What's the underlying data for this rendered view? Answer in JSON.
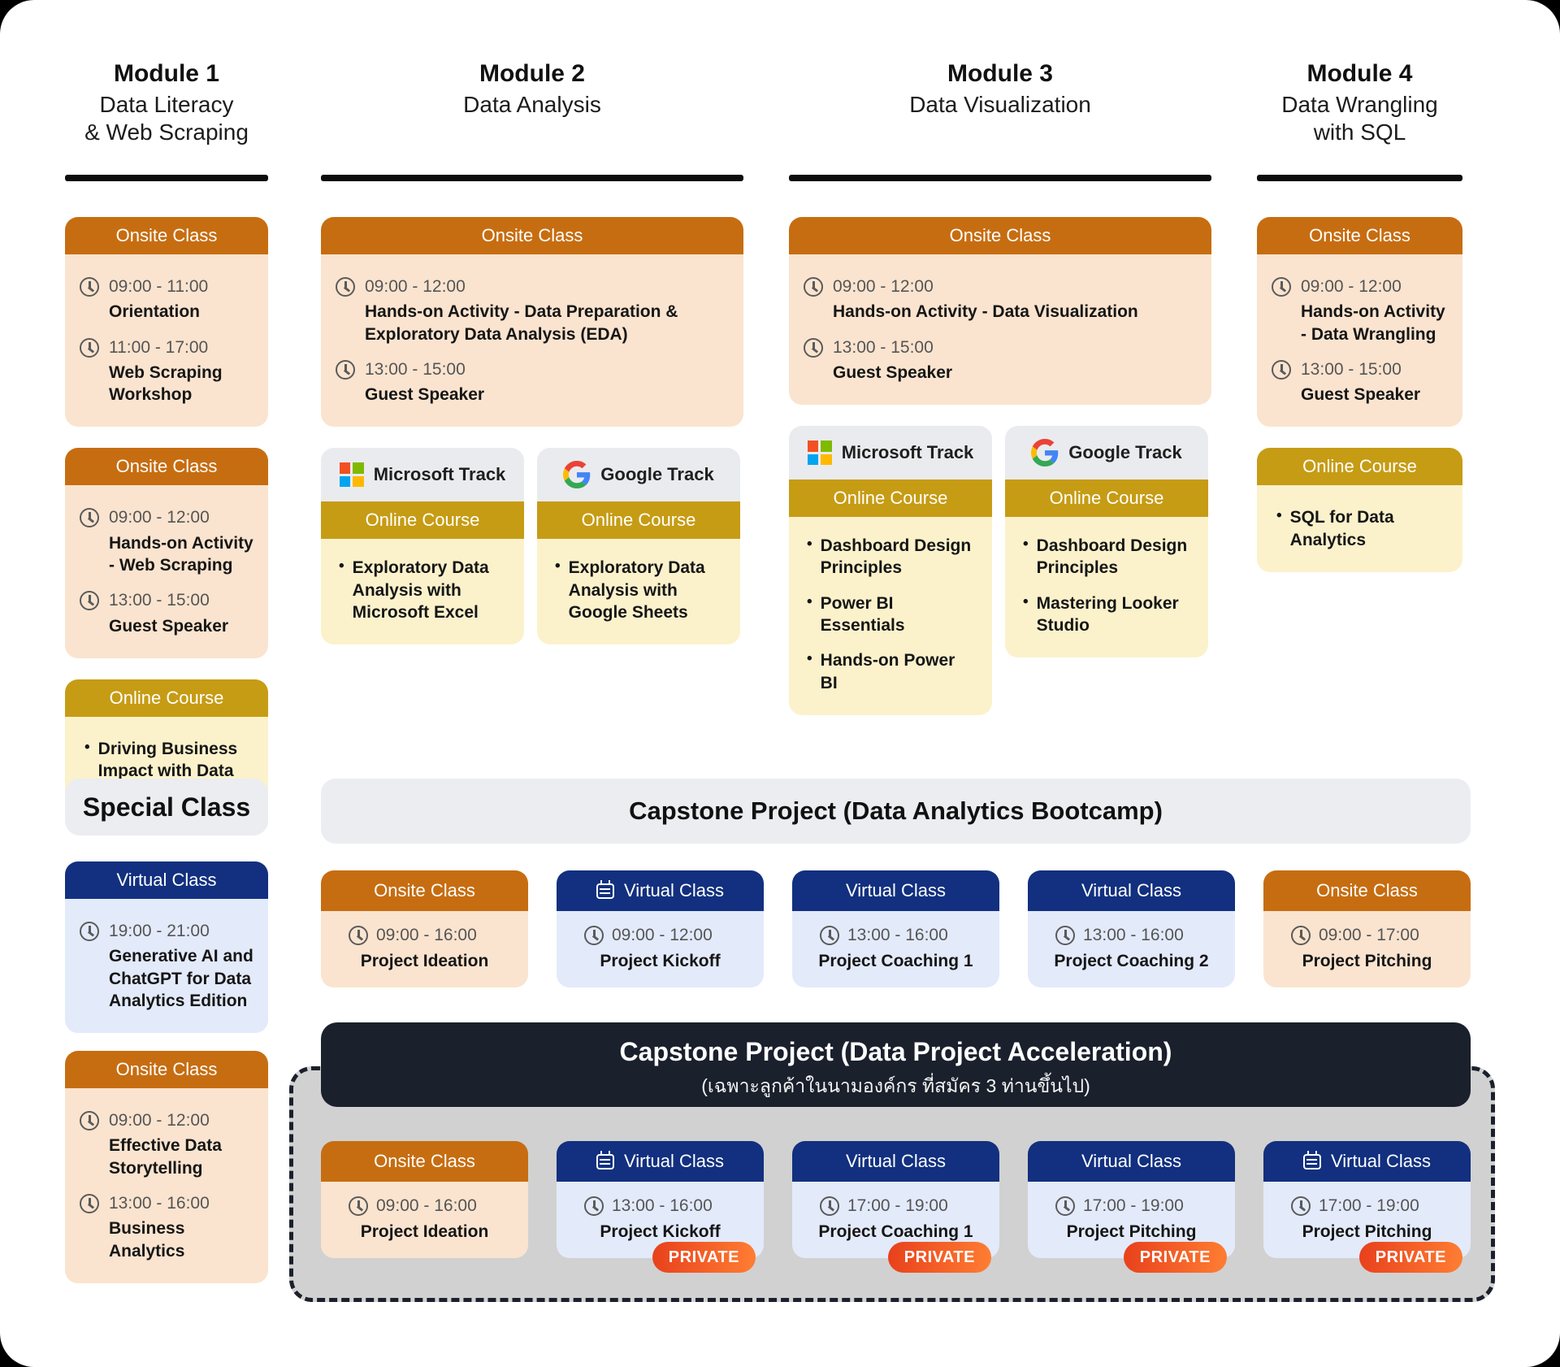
{
  "colors": {
    "onsite_header": "#C76D11",
    "onsite_body": "#FAE4CF",
    "online_header": "#C69C15",
    "online_body": "#FBF2CC",
    "virtual_header": "#12307F",
    "virtual_body": "#E3EAFA",
    "track_header_bg": "#EAEBEF",
    "gray_banner_bg": "#ECEDF1",
    "dark_banner_bg": "#1A202C",
    "acceleration_box_bg": "#D1D1D1",
    "private_badge_gradient": [
      "#E8401C",
      "#FF7E33"
    ],
    "microsoft_logo": [
      "#F25022",
      "#7FBA00",
      "#00A4EF",
      "#FFB900"
    ],
    "google_logo": [
      "#EA4335",
      "#4285F4",
      "#FBBC05",
      "#34A853"
    ]
  },
  "columns": [
    {
      "title": "Module 1",
      "subtitle": "Data Literacy\n& Web Scraping",
      "cards": [
        {
          "header": "Onsite Class",
          "sessions": [
            {
              "time": "09:00 - 11:00",
              "name": "Orientation"
            },
            {
              "time": "11:00 - 17:00",
              "name": "Web Scraping Workshop"
            }
          ]
        },
        {
          "header": "Onsite Class",
          "sessions": [
            {
              "time": "09:00 - 12:00",
              "name": "Hands-on Activity - Web Scraping"
            },
            {
              "time": "13:00 - 15:00",
              "name": "Guest Speaker"
            }
          ]
        },
        {
          "header": "Online Course",
          "items": [
            "Driving Business Impact with Data"
          ]
        }
      ]
    },
    {
      "title": "Module 2",
      "subtitle": "Data Analysis",
      "cards": [
        {
          "header": "Onsite Class",
          "sessions": [
            {
              "time": "09:00 - 12:00",
              "name": "Hands-on Activity - Data Preparation & Exploratory Data Analysis (EDA)"
            },
            {
              "time": "13:00 - 15:00",
              "name": "Guest Speaker"
            }
          ]
        }
      ],
      "tracks": [
        {
          "name": "Microsoft Track",
          "logo": "microsoft-logo",
          "header": "Online Course",
          "items": [
            "Exploratory Data Analysis with Microsoft Excel"
          ]
        },
        {
          "name": "Google Track",
          "logo": "google-logo",
          "header": "Online Course",
          "items": [
            "Exploratory Data Analysis with Google Sheets"
          ]
        }
      ]
    },
    {
      "title": "Module 3",
      "subtitle": "Data Visualization",
      "cards": [
        {
          "header": "Onsite Class",
          "sessions": [
            {
              "time": "09:00 - 12:00",
              "name": "Hands-on Activity - Data Visualization"
            },
            {
              "time": "13:00 - 15:00",
              "name": "Guest Speaker"
            }
          ]
        }
      ],
      "tracks": [
        {
          "name": "Microsoft Track",
          "logo": "microsoft-logo",
          "header": "Online Course",
          "items": [
            "Dashboard Design Principles",
            "Power BI Essentials",
            "Hands-on Power BI"
          ]
        },
        {
          "name": "Google Track",
          "logo": "google-logo",
          "header": "Online Course",
          "items": [
            "Dashboard Design Principles",
            "Mastering Looker Studio"
          ]
        }
      ]
    },
    {
      "title": "Module 4",
      "subtitle": "Data Wrangling\nwith SQL",
      "cards": [
        {
          "header": "Onsite Class",
          "sessions": [
            {
              "time": "09:00 - 12:00",
              "name": "Hands-on Activity - Data Wrangling"
            },
            {
              "time": "13:00 - 15:00",
              "name": "Guest Speaker"
            }
          ]
        },
        {
          "header": "Online Course",
          "items": [
            "SQL for Data Analytics"
          ]
        }
      ]
    }
  ],
  "special": {
    "header": "Special Class",
    "cards": [
      {
        "header": "Virtual Class",
        "sessions": [
          {
            "time": "19:00 - 21:00",
            "name": "Generative AI and ChatGPT for Data Analytics Edition"
          }
        ]
      },
      {
        "header": "Onsite Class",
        "sessions": [
          {
            "time": "09:00 - 12:00",
            "name": "Effective Data Storytelling"
          },
          {
            "time": "13:00 - 16:00",
            "name": "Business Analytics"
          }
        ]
      }
    ]
  },
  "capstone_bootcamp": {
    "title": "Capstone Project (Data Analytics Bootcamp)",
    "cards": [
      {
        "header": "Onsite Class",
        "icon": null,
        "time": "09:00 - 16:00",
        "name": "Project Ideation"
      },
      {
        "header": "Virtual Class",
        "icon": "calendar",
        "time": "09:00 - 12:00",
        "name": "Project Kickoff"
      },
      {
        "header": "Virtual Class",
        "icon": null,
        "time": "13:00 - 16:00",
        "name": "Project Coaching 1"
      },
      {
        "header": "Virtual Class",
        "icon": null,
        "time": "13:00 - 16:00",
        "name": "Project Coaching 2"
      },
      {
        "header": "Onsite Class",
        "icon": null,
        "time": "09:00 - 17:00",
        "name": "Project Pitching"
      }
    ]
  },
  "capstone_acceleration": {
    "title": "Capstone Project (Data Project Acceleration)",
    "subtitle": "(เฉพาะลูกค้าในนามองค์กร ที่สมัคร 3 ท่านขึ้นไป)",
    "private_label": "PRIVATE",
    "cards": [
      {
        "header": "Onsite Class",
        "icon": null,
        "time": "09:00 - 16:00",
        "name": "Project Ideation",
        "private": false
      },
      {
        "header": "Virtual Class",
        "icon": "calendar",
        "time": "13:00 - 16:00",
        "name": "Project Kickoff",
        "private": true
      },
      {
        "header": "Virtual Class",
        "icon": null,
        "time": "17:00 - 19:00",
        "name": "Project Coaching 1",
        "private": true
      },
      {
        "header": "Virtual Class",
        "icon": null,
        "time": "17:00 - 19:00",
        "name": "Project Pitching",
        "private": true
      },
      {
        "header": "Virtual Class",
        "icon": "calendar",
        "time": "17:00 - 19:00",
        "name": "Project Pitching",
        "private": true
      }
    ]
  }
}
